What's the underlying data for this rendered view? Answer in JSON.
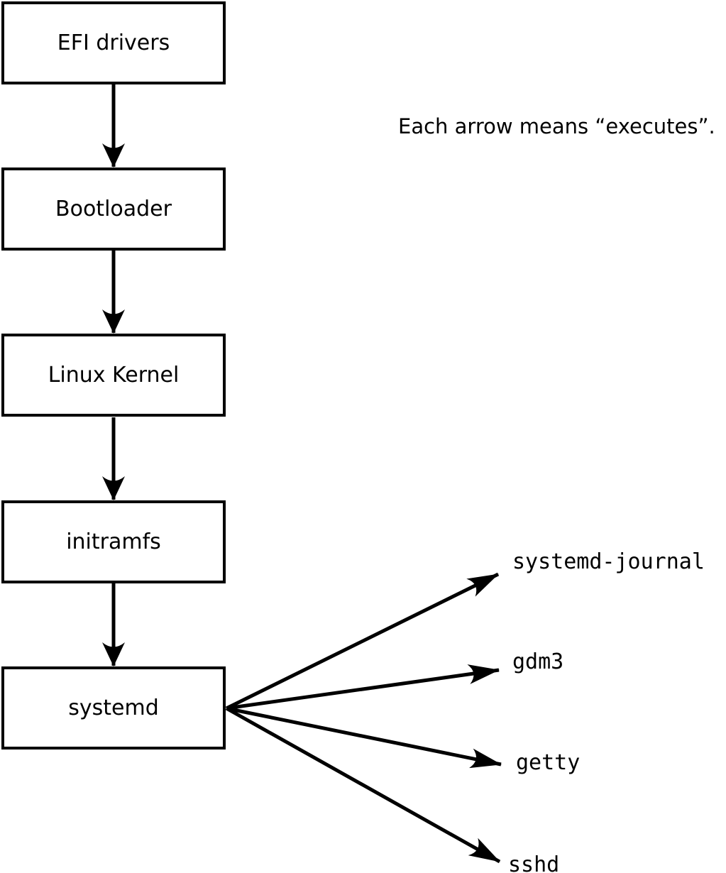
{
  "diagram": {
    "note": "Each arrow means “executes”.",
    "chain": [
      {
        "id": "efi-drivers",
        "label": "EFI drivers"
      },
      {
        "id": "bootloader",
        "label": "Bootloader"
      },
      {
        "id": "linux-kernel",
        "label": "Linux Kernel"
      },
      {
        "id": "initramfs",
        "label": "initramfs"
      },
      {
        "id": "systemd",
        "label": "systemd"
      }
    ],
    "spawned": [
      {
        "id": "systemd-journal",
        "label": "systemd-journal"
      },
      {
        "id": "gdm3",
        "label": "gdm3"
      },
      {
        "id": "getty",
        "label": "getty"
      },
      {
        "id": "sshd",
        "label": "sshd"
      }
    ],
    "colors": {
      "stroke": "#000000",
      "box_fill": "#ffffff",
      "background": "#ffffff",
      "text": "#000000"
    }
  }
}
